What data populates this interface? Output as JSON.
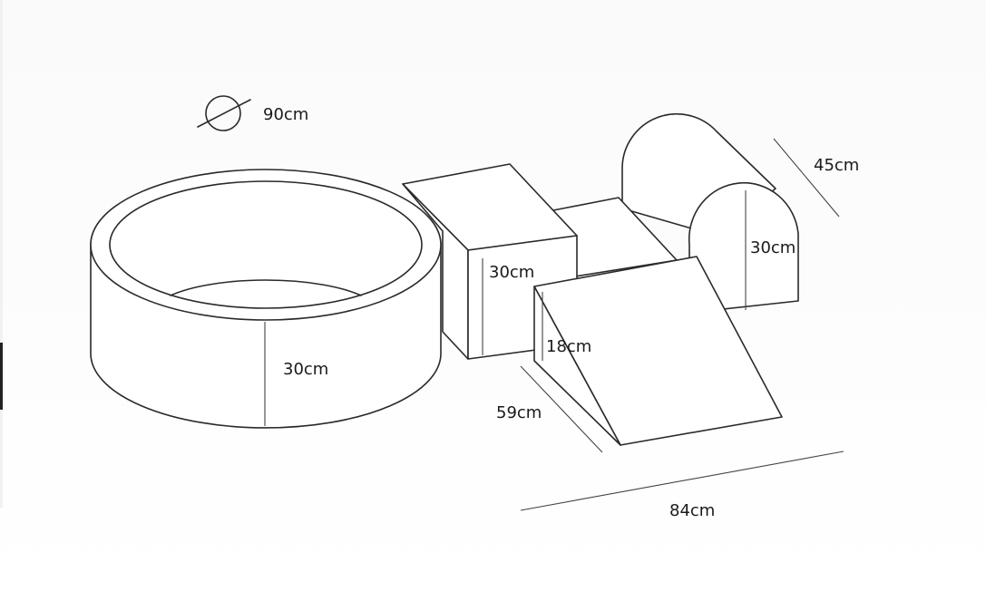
{
  "diagram": {
    "labels": {
      "ball_pit_diameter": "90cm",
      "ball_pit_height": "30cm",
      "cube_height": "30cm",
      "ramp_height": "18cm",
      "ramp_depth": "59cm",
      "overall_width": "84cm",
      "arch_depth": "45cm",
      "arch_height": "30cm"
    }
  }
}
